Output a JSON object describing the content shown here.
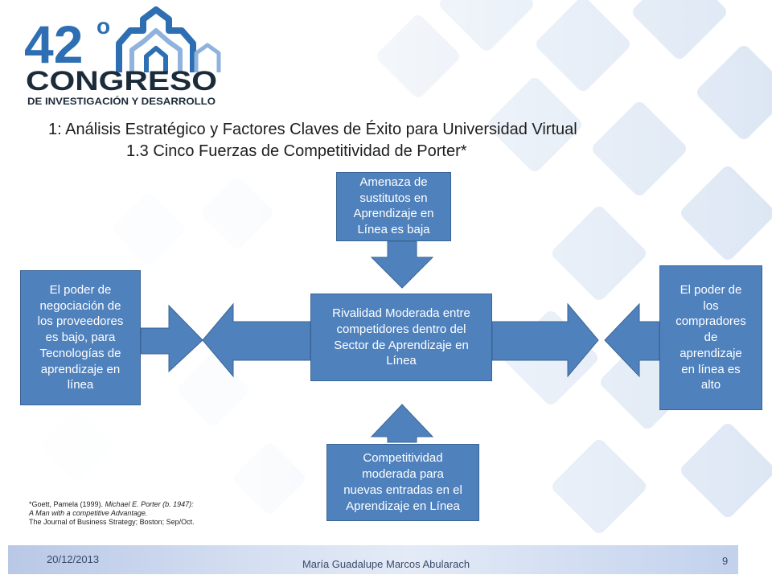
{
  "logo": {
    "number": "42",
    "degree": "o",
    "word": "CONGRESO",
    "tagline": "DE INVESTIGACIÓN Y DESARROLLO"
  },
  "title_line1": "1: Análisis Estratégico y Factores Claves de Éxito para Universidad Virtual",
  "title_line2": "1.3 Cinco Fuerzas de Competitividad de Porter*",
  "diagram": {
    "top_box": [
      "Amenaza de",
      "sustitutos en",
      "Aprendizaje en",
      "Línea es baja"
    ],
    "center_box": [
      "Rivalidad Moderada entre",
      "competidores dentro del",
      "Sector de Aprendizaje en",
      "Línea"
    ],
    "left_box": [
      "El poder de",
      "negociación de",
      "los proveedores",
      "es bajo, para",
      "Tecnologías de",
      "aprendizaje en",
      "línea"
    ],
    "right_box": [
      "El poder de",
      "los",
      "compradores",
      "de",
      "aprendizaje",
      "en línea es",
      "alto"
    ],
    "bottom_box": [
      "Competitividad",
      "moderada para",
      "nuevas entradas en el",
      "Aprendizaje en Línea"
    ]
  },
  "footnote": {
    "line1_start": "*Goett, Pamela (1999). ",
    "line1_italic": "Michael E. Porter (b. 1947):",
    "line2": "A Man with a competitive Advantage.",
    "line3": "The Journal of Business Strategy; Boston; Sep/Oct."
  },
  "footer": {
    "date": "20/12/2013",
    "author": "María Guadalupe Marcos Abularach",
    "page": "9"
  },
  "colors": {
    "box_fill": "#4f81bd",
    "arrow_fill": "#4f81bd",
    "logo_blue": "#2e6fb3",
    "logo_dark": "#1c2b3a"
  }
}
